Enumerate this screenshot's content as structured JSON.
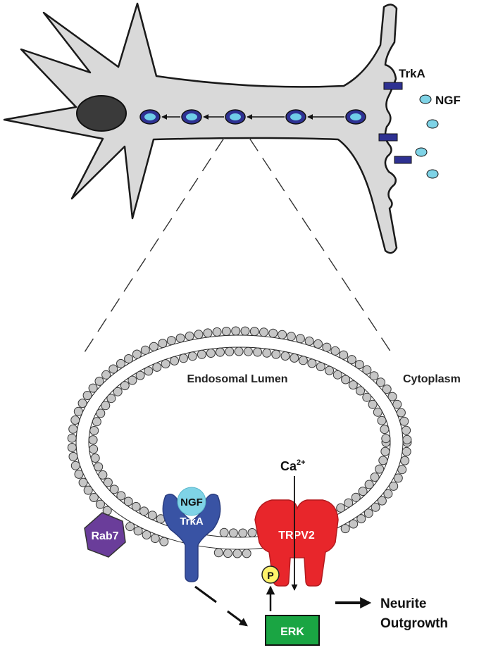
{
  "neuron": {
    "receptor_label": "TrkA",
    "ligand_label": "NGF"
  },
  "endosome": {
    "lumen_label": "Endosomal Lumen",
    "cytoplasm_label": "Cytoplasm",
    "ion_label": "Ca",
    "ion_charge": "2+",
    "rab7_label": "Rab7",
    "ngf_label": "NGF",
    "trka_label": "TrkA",
    "trpv2_label": "TRPV2",
    "phospho_label": "P",
    "erk_label": "ERK",
    "outcome_line1": "Neurite",
    "outcome_line2": "Outgrowth"
  },
  "colors": {
    "cell_fill": "#d9d9d9",
    "nucleus": "#3a3a3a",
    "endosome_ring": "#2e3192",
    "endosome_core": "#6fcde8",
    "trka": "#3953a4",
    "ngf": "#7fd3e6",
    "rab7": "#6a3d9a",
    "trpv2": "#e8262b",
    "phospho": "#fff36b",
    "erk": "#1aa543",
    "lipid_head": "#c6c6c6"
  }
}
